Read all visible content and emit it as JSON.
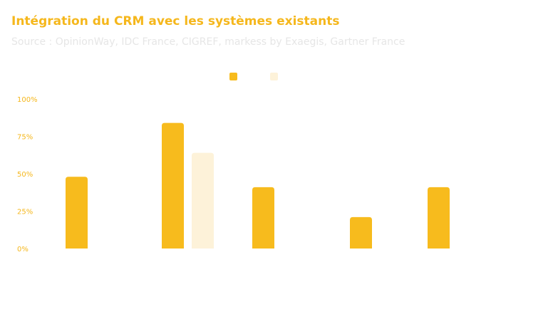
{
  "title": "Intégration du CRM avec les systèmes existants",
  "subtitle": "Source : OpinionWay, IDC France, CIGREF, markess by Exaegis, Gartner France",
  "colors": {
    "series1": "#f7bb1d",
    "series2": "#fdf2d9",
    "title": "#f5b71c",
    "tick": "#f5b71c",
    "subtitle": "#e6e6e6"
  },
  "chart_data": {
    "type": "bar",
    "categories": [
      "",
      "",
      "",
      "",
      ""
    ],
    "series": [
      {
        "values": [
          48,
          84,
          41,
          21,
          41
        ]
      },
      {
        "values": [
          null,
          64,
          null,
          null,
          null
        ]
      }
    ],
    "ylim": [
      0,
      100
    ],
    "yticks": [
      "0%",
      "25%",
      "50%",
      "75%",
      "100%"
    ],
    "legend": "top-center",
    "grid": false,
    "xlabel": "",
    "ylabel": ""
  }
}
